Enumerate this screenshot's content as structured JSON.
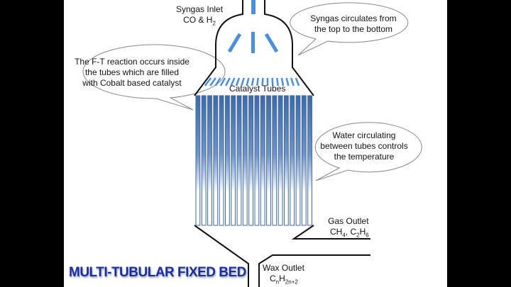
{
  "labels": {
    "syngas_inlet": "Syngas Inlet",
    "syngas_inlet_formula": [
      "CO & H",
      "2"
    ],
    "catalyst_tubes": "Catalyst Tubes",
    "gas_outlet": "Gas Outlet",
    "gas_outlet_formula": [
      "CH",
      "4",
      ", C",
      "2",
      "H",
      "6"
    ],
    "wax_outlet": "Wax Outlet",
    "wax_outlet_formula": [
      "C",
      "n",
      "H",
      "2n+2"
    ]
  },
  "callouts": {
    "ft_reaction": [
      "The F-T reaction occurs inside",
      "the tubes which are filled",
      "with Cobalt based catalyst"
    ],
    "syngas_circulation": [
      "Syngas circulates from",
      "the top to the bottom"
    ],
    "water_circulation": [
      "Water circulating",
      "between tubes controls",
      "the temperature"
    ]
  },
  "title": "MULTI-TUBULAR FIXED BED",
  "colors": {
    "tube": "#3f6aa8",
    "flow": "#4a8ee0",
    "title": "#1a2aa8"
  },
  "tube_count": 20
}
